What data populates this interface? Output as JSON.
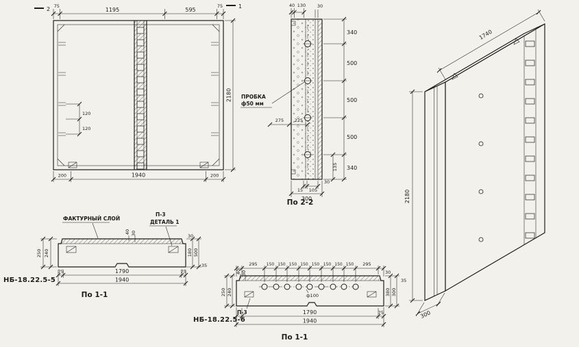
{
  "colors": {
    "paper": "#f3f1ec",
    "ink": "#1e1d1b"
  },
  "front": {
    "top_dims": [
      "75",
      "1195",
      "595",
      "75"
    ],
    "height_dim": "2180",
    "bottom_dims": [
      "200",
      "1940",
      "200"
    ],
    "edge_dims": [
      "120",
      "120"
    ],
    "flag_top": "2",
    "flag_right": "1"
  },
  "sec22": {
    "title": "По 2-2",
    "top_dims": [
      "40",
      "130"
    ],
    "top_right_dim": "30",
    "right_dims": [
      "340",
      "500",
      "500",
      "500",
      "340"
    ],
    "mid_dims": [
      "275",
      "225"
    ],
    "low_right_dim": "135",
    "bottom_corner_dim": "30",
    "bottom_small_dims": [
      "15",
      "105"
    ],
    "bottom_overall": "300",
    "plug_label_line1": "ПРОБКА",
    "plug_label_line2": "ф50 мм"
  },
  "iso": {
    "width_dim": "1740",
    "height_dim": "2180",
    "depth_dim": "300"
  },
  "sec11a": {
    "title": "По 1-1",
    "mark": "НБ-18.22.5-5",
    "facing_label": "ФАКТУРНЫЙ СЛОЙ",
    "p3_label": "П-3",
    "detail_label": "ДЕТАЛЬ 1",
    "left_dims": [
      "250",
      "240"
    ],
    "mid_dims": [
      "40",
      "30"
    ],
    "right_dims": [
      "30",
      "180",
      "500",
      "35"
    ],
    "bottom_dims": [
      "75",
      "1790",
      "75"
    ],
    "overall_dim": "1940"
  },
  "sec11b": {
    "title": "По 1-1",
    "mark": "НБ-18.22.5-6",
    "p3_label": "П-3",
    "holes_label": "ф100",
    "top_dims": [
      "295",
      "150",
      "150",
      "150",
      "150",
      "150",
      "150",
      "150",
      "150",
      "295"
    ],
    "left_small_dims": [
      "40",
      "30"
    ],
    "left_dims": [
      "250",
      "240"
    ],
    "right_small_dims": [
      "30",
      "35"
    ],
    "right_dims": [
      "380",
      "300"
    ],
    "bottom_dims": [
      "1790",
      "75"
    ],
    "overall_dim": "1940"
  }
}
